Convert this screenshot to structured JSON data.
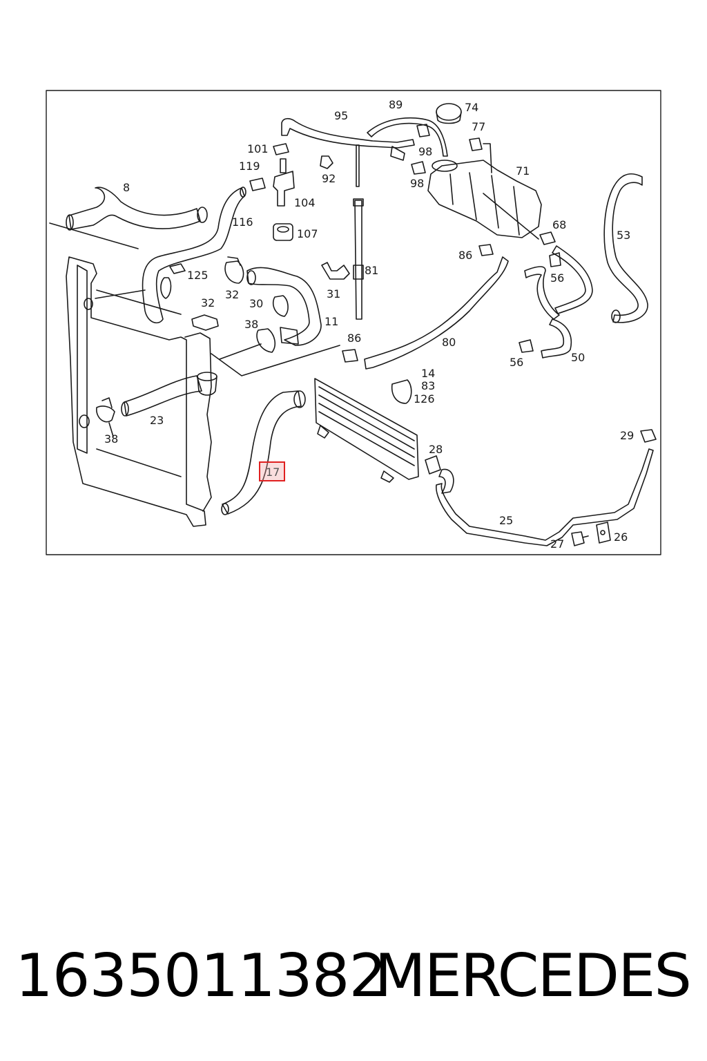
{
  "callouts": {
    "c8": "8",
    "c95": "95",
    "c89": "89",
    "c74": "74",
    "c77": "77",
    "c101": "101",
    "c92": "92",
    "c98a": "98",
    "c98b": "98",
    "c119": "119",
    "c71": "71",
    "c104": "104",
    "c116": "116",
    "c107": "107",
    "c68": "68",
    "c53": "53",
    "c86a": "86",
    "c125": "125",
    "c81": "81",
    "c56a": "56",
    "c32": "32",
    "c31": "31",
    "c30": "30",
    "c11": "11",
    "c38a": "38",
    "c86b": "86",
    "c80": "80",
    "c50": "50",
    "c56b": "56",
    "c14": "14",
    "c83": "83",
    "c126": "126",
    "c23": "23",
    "c38b": "38",
    "c29": "29",
    "c28": "28",
    "c17": "17",
    "c25": "25",
    "c27": "27",
    "c26": "26"
  },
  "caption": {
    "part_number": "1635011382",
    "brand": "MERCEDES"
  },
  "colors": {
    "line": "#1a1a1a",
    "highlight_border": "#e02020",
    "highlight_fill": "#f2a8a8"
  }
}
